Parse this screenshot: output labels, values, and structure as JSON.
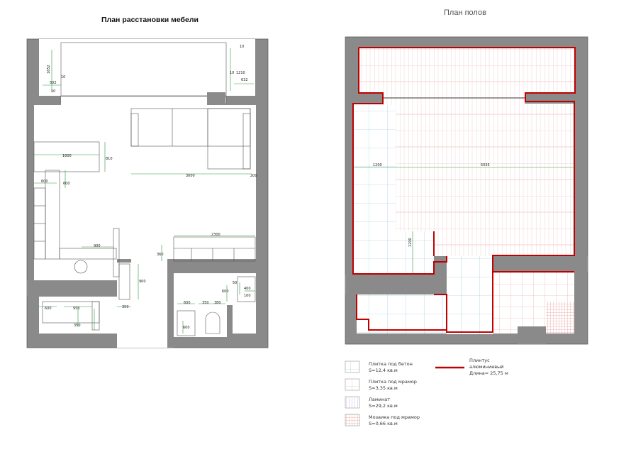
{
  "titles": {
    "left": "План расстановки мебели",
    "right": "План полов"
  },
  "dimensions": {
    "d1652": "1652",
    "d502": "502",
    "d10a": "10",
    "d10b": "10",
    "d10c": "10",
    "d10d": "10",
    "d1210": "1210",
    "d632": "632",
    "d1600": "1600",
    "d810": "810",
    "d3000": "3000",
    "d600a": "600",
    "d600b": "600",
    "d900a": "900",
    "d2300": "2300",
    "d360": "360",
    "d900b": "900",
    "d50": "50",
    "d400": "400",
    "d100": "100",
    "d600c": "600",
    "d600d": "600",
    "d950": "950",
    "d350a": "350",
    "d350b": "350",
    "d350c": "350",
    "d600e": "600",
    "d380": "380",
    "d600f": "600",
    "d1200a": "1200",
    "d5035": "5035",
    "d1200b": "1200",
    "d200": "200"
  },
  "legend": {
    "items": [
      {
        "label": "Плитка под бетон",
        "area": "S=12,4 кв.м",
        "color": "#7fb3c9"
      },
      {
        "label": "Плитка под мрамор",
        "area": "S=3,35 кв.м",
        "color": "#e39a9a"
      },
      {
        "label": "Ламинат",
        "area": "S=29,2 кв.м",
        "color": "#8a6fc2"
      },
      {
        "label": "Мозаика под мрамор",
        "area": "S=0,66 кв.м",
        "color": "#e06a6a"
      }
    ],
    "plinth": {
      "line1": "Плинтус",
      "line2": "алюминиевый",
      "line3": "Длина= 25,75 м",
      "color": "#c00000"
    }
  }
}
